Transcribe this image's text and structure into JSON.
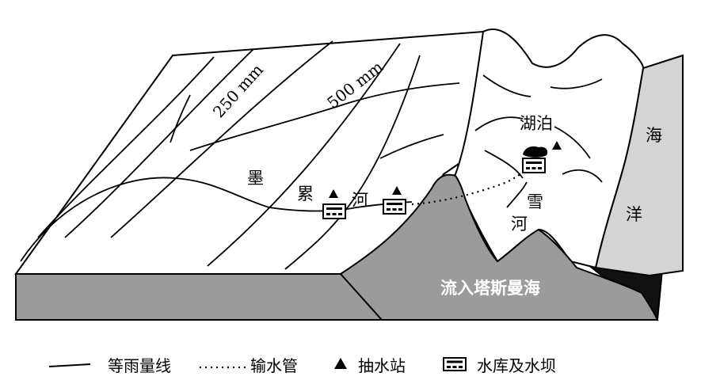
{
  "labels": {
    "isohyet_250": "250 mm",
    "isohyet_500": "500 mm",
    "murray_char1": "墨",
    "murray_char2": "累",
    "murray_char3": "河",
    "lake": "湖泊",
    "snowy_char1": "雪",
    "snowy_char2": "河",
    "ocean_char1": "海",
    "ocean_char2": "洋",
    "tasman": "流入塔斯曼海"
  },
  "legend": {
    "isohyet": "等雨量线",
    "pipe": "输水管",
    "pump": "抽水站",
    "reservoir": "水库及水坝"
  },
  "colors": {
    "terrain_gray": "#9b9b9b",
    "ocean_gray": "#d4d4d4",
    "dark_edge": "#111111",
    "line": "#000000"
  }
}
